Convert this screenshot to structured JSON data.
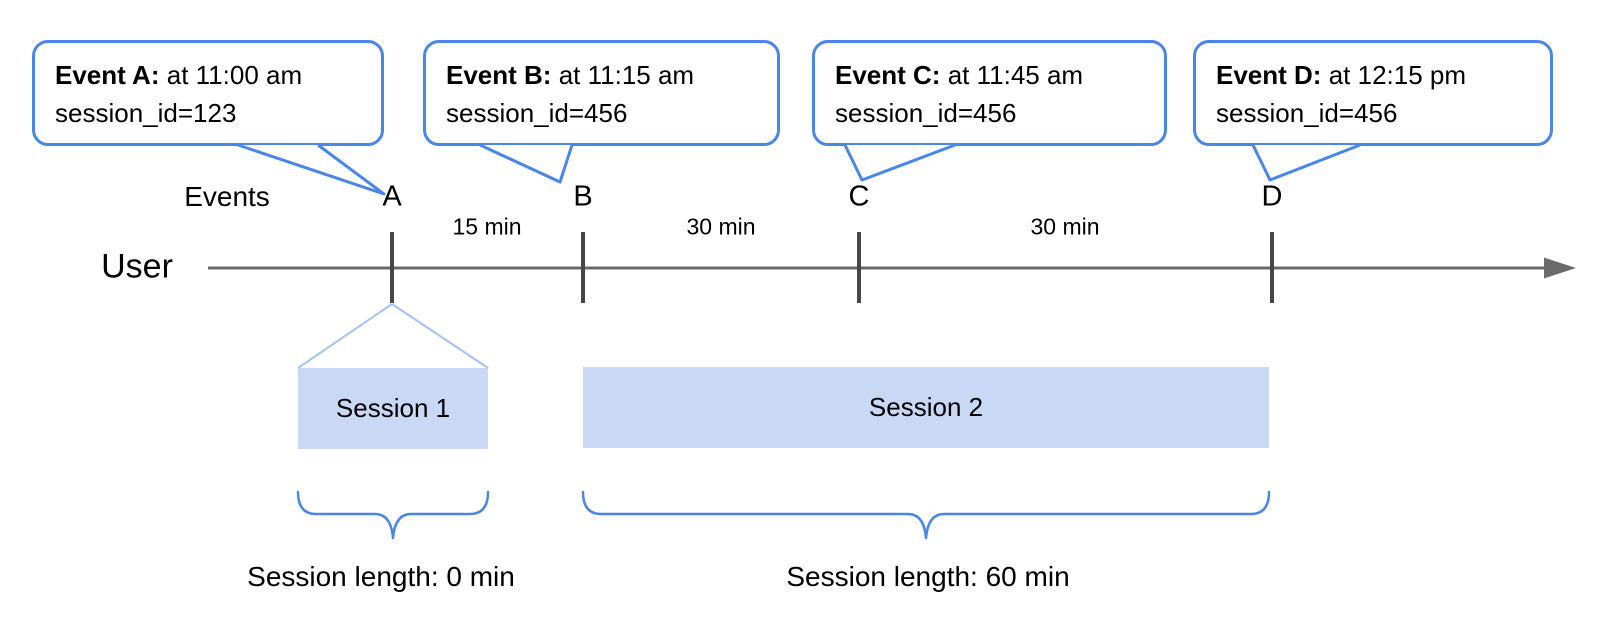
{
  "events": [
    {
      "label": "A",
      "callout": {
        "title": "Event A:",
        "time": "at 11:00 am",
        "session": "session_id=123"
      }
    },
    {
      "label": "B",
      "callout": {
        "title": "Event B:",
        "time": "at 11:15 am",
        "session": "session_id=456"
      }
    },
    {
      "label": "C",
      "callout": {
        "title": "Event C:",
        "time": "at 11:45 am",
        "session": "session_id=456"
      }
    },
    {
      "label": "D",
      "callout": {
        "title": "Event D:",
        "time": "at 12:15 pm",
        "session": "session_id=456"
      }
    }
  ],
  "axis": {
    "events_label": "Events",
    "user_label": "User"
  },
  "intervals": [
    {
      "label": "15 min"
    },
    {
      "label": "30 min"
    },
    {
      "label": "30 min"
    }
  ],
  "sessions": [
    {
      "label": "Session 1",
      "length_label": "Session length: 0 min"
    },
    {
      "label": "Session 2",
      "length_label": "Session length: 60 min"
    }
  ],
  "colors": {
    "bubble_border": "#4a86e8",
    "session_fill": "#c9d8f5",
    "funnel_line": "#a4c2f4",
    "brace": "#4a86e8",
    "timeline": "#6b6b6b",
    "tick": "#474747",
    "text": "#000000"
  }
}
